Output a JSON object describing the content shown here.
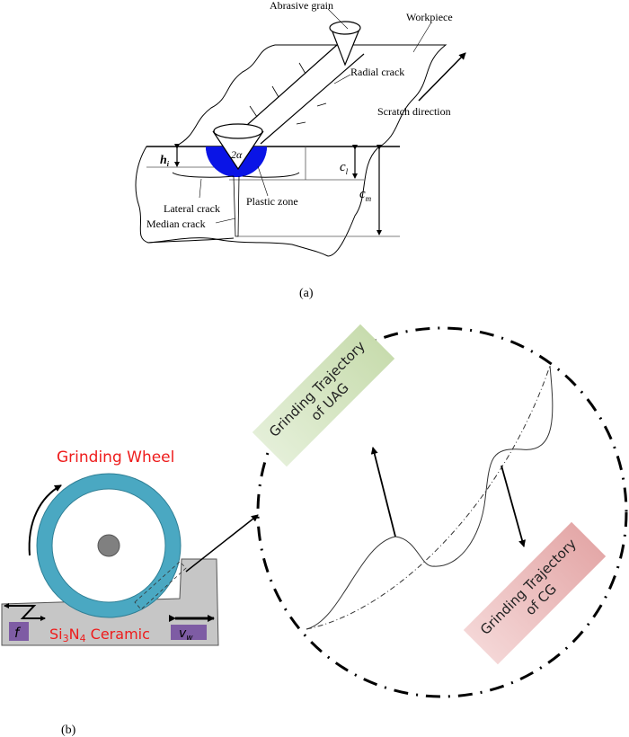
{
  "figure_a": {
    "caption": "(a)",
    "labels": {
      "abrasive_grain": "Abrasive grain",
      "workpiece": "Workpiece",
      "radial_crack": "Radial crack",
      "scratch_direction": "Scratch direction",
      "angle": "2α",
      "h_i": "h",
      "h_i_sub": "i",
      "c_l": "c",
      "c_l_sub": "l",
      "c_m": "c",
      "c_m_sub": "m",
      "lateral_crack": "Lateral crack",
      "plastic_zone": "Plastic zone",
      "median_crack": "Median crack"
    },
    "colors": {
      "plastic_zone": "#0a14e6"
    }
  },
  "figure_b": {
    "caption": "(b)",
    "grinding_wheel_label": "Grinding Wheel",
    "ceramic_label_prefix": "Si",
    "ceramic_sub1": "3",
    "ceramic_mid": "N",
    "ceramic_sub2": "4",
    "ceramic_suffix": " Ceramic",
    "feed_label": "f",
    "speed_label": "v",
    "speed_sub": "w",
    "uag_box": {
      "line1": "Grinding Trajectory",
      "line2": "of UAG"
    },
    "cg_box": {
      "line1": "Grinding Trajectory",
      "line2": "of CG"
    },
    "colors": {
      "wheel": "#4aa8c2",
      "hub": "#808080",
      "workpiece": "#c6c6c6",
      "label_red": "#ee1c1c",
      "badge_purple": "#7e5ca4",
      "uag_box": "#d4e4c0",
      "cg_box": "#e8b4b4"
    }
  }
}
